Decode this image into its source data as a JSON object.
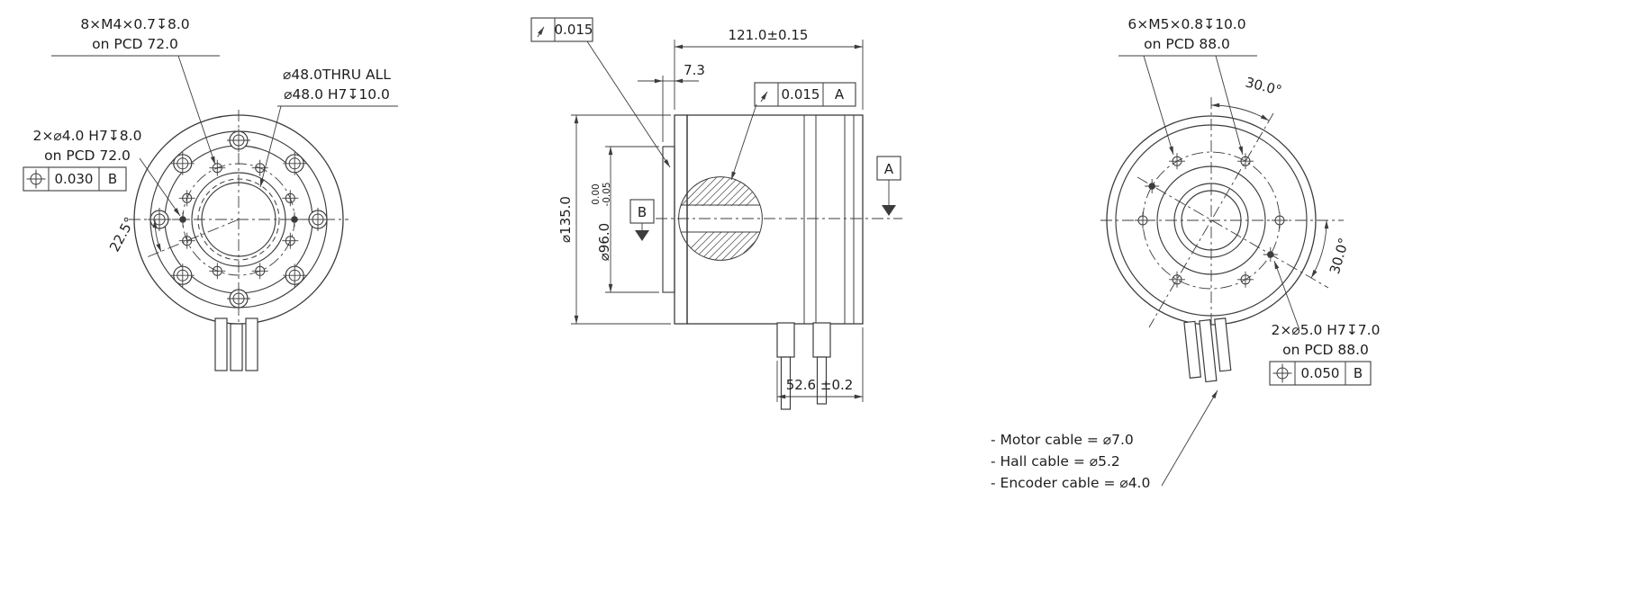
{
  "meta": {
    "background": "#ffffff",
    "line_color": "#3c3c3c",
    "text_color": "#1e1e1e"
  },
  "front_view": {
    "thread_note_line1": "8×M4×0.7↧8.0",
    "thread_note_line2": "on PCD 72.0",
    "bore_note_line1": "⌀48.0THRU ALL",
    "bore_note_line2": "⌀48.0 H7↧10.0",
    "dowel_note_line1": "2×⌀4.0 H7↧8.0",
    "dowel_note_line2": "on PCD 72.0",
    "position_tolerance": "0.030",
    "position_datum": "B",
    "angle_dim": "22.5°"
  },
  "side_view": {
    "runout_tolerance": "0.015",
    "runout_tolerance_a": "0.015",
    "runout_datum_a": "A",
    "length_dim": "121.0±0.15",
    "flange_offset_dim": "7.3",
    "datum_a_label": "A",
    "datum_b_label": "B",
    "outer_dia_dim": "⌀135.0",
    "pilot_dia_dim": "⌀96.0",
    "pilot_tol_upper": "0.00",
    "pilot_tol_lower": "-0.05",
    "cable_offset_dim": "52.6 ±0.2"
  },
  "rear_view": {
    "thread_note_line1": "6×M5×0.8↧10.0",
    "thread_note_line2": "on PCD 88.0",
    "angle_top_dim": "30.0°",
    "angle_right_dim": "30.0°",
    "dowel_note_line1": "2×⌀5.0 H7↧7.0",
    "dowel_note_line2": "on PCD 88.0",
    "position_tolerance": "0.050",
    "position_datum": "B",
    "cable_notes": [
      "- Motor cable = ⌀7.0",
      "- Hall cable = ⌀5.2",
      "- Encoder cable = ⌀4.0"
    ]
  }
}
